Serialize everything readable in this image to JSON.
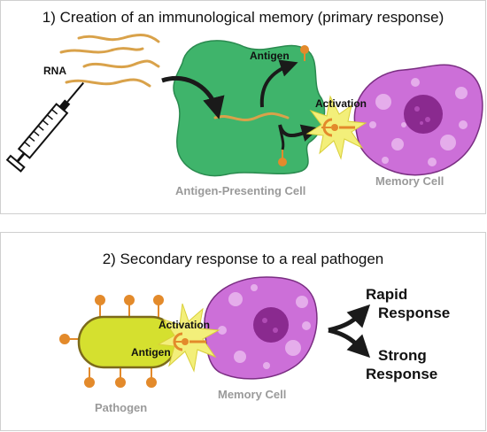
{
  "panel1": {
    "title": "1) Creation of an immunological memory (primary response)",
    "rna_label": "RNA",
    "antigen_label": "Antigen",
    "activation_label": "Activation",
    "apc_label": "Antigen-Presenting  Cell",
    "memory_cell_label": "Memory Cell"
  },
  "panel2": {
    "title": "2) Secondary response to a real pathogen",
    "activation_label": "Activation",
    "antigen_label": "Antigen",
    "pathogen_label": "Pathogen",
    "memory_cell_label": "Memory Cell",
    "rapid_line1": "Rapid",
    "rapid_line2": "Response",
    "strong_line1": "Strong",
    "strong_line2": "Response"
  },
  "colors": {
    "apc_green": "#3fb46b",
    "memory_purple": "#cc6fd8",
    "nucleus": "#8a2a8f",
    "antigen_orange": "#e38a2b",
    "rna_tan": "#d9a24a",
    "pathogen_yellow": "#d5e02f",
    "burst_yellow": "#f3ef7a"
  }
}
